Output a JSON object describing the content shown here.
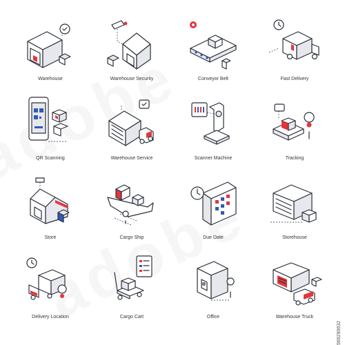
{
  "watermark": {
    "id": "569290632"
  },
  "colors": {
    "red": "#e2363b",
    "blue": "#2f5bb7",
    "line": "#2b2f3a",
    "gray": "#e6e8ed"
  },
  "icons": [
    {
      "name": "warehouse-icon",
      "label": "Warehouse"
    },
    {
      "name": "warehouse-security-icon",
      "label": "Warehouse Security"
    },
    {
      "name": "conveyor-belt-icon",
      "label": "Conveyor Belt"
    },
    {
      "name": "fast-delivery-icon",
      "label": "Fast Delivery"
    },
    {
      "name": "qr-scanning-icon",
      "label": "QR Scanning"
    },
    {
      "name": "warehouse-service-icon",
      "label": "Warehouse Service"
    },
    {
      "name": "scanner-machine-icon",
      "label": "Scanner Machine"
    },
    {
      "name": "tracking-icon",
      "label": "Tracking"
    },
    {
      "name": "store-icon",
      "label": "Store"
    },
    {
      "name": "cargo-ship-icon",
      "label": "Cargo Ship"
    },
    {
      "name": "due-date-icon",
      "label": "Due Date"
    },
    {
      "name": "storehouse-icon",
      "label": "Storehouse"
    },
    {
      "name": "delivery-location-icon",
      "label": "Delivery Location"
    },
    {
      "name": "cargo-cart-icon",
      "label": "Cargo Cart"
    },
    {
      "name": "office-icon",
      "label": "Office"
    },
    {
      "name": "warehouse-truck-icon",
      "label": "Warehouse Truck"
    }
  ]
}
